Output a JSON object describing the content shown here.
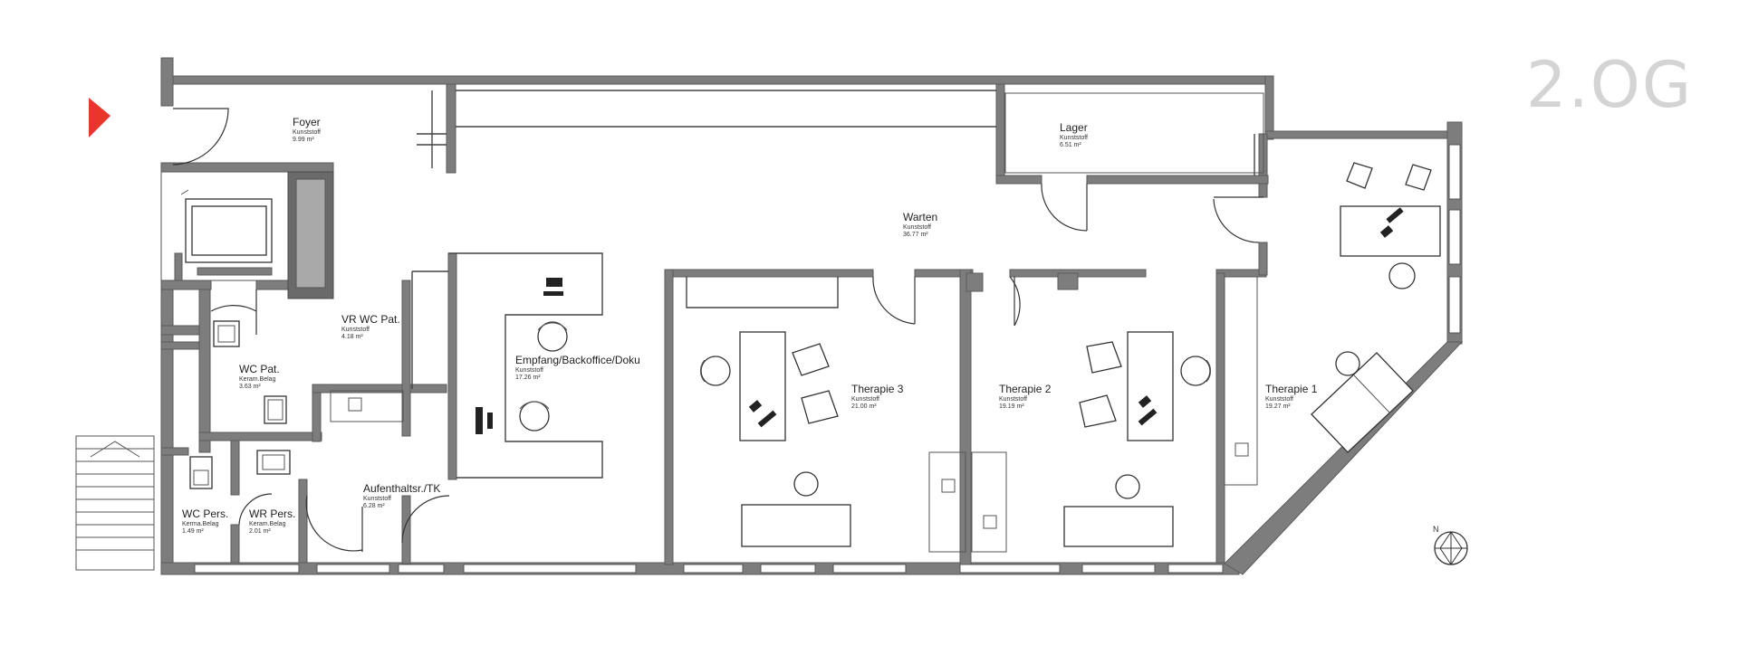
{
  "floor_label": "2.OG",
  "accent_color": "#e8362a",
  "compass": {
    "north_label": "N"
  },
  "rooms": {
    "foyer": {
      "name": "Foyer",
      "material": "Kunststoff",
      "area": "9.99 m²"
    },
    "lager": {
      "name": "Lager",
      "material": "Kunststoff",
      "area": "6.51 m²"
    },
    "warten": {
      "name": "Warten",
      "material": "Kunststoff",
      "area": "36.77 m²"
    },
    "vr_wc_pat": {
      "name": "VR WC Pat.",
      "material": "Kunststoff",
      "area": "4.18 m²"
    },
    "wc_pat": {
      "name": "WC Pat.",
      "material": "Keram.Belag",
      "area": "3.63 m²"
    },
    "empfang": {
      "name": "Empfang/Backoffice/Doku",
      "material": "Kunststoff",
      "area": "17.26 m²"
    },
    "aufenthalt": {
      "name": "Aufenthaltsr./TK",
      "material": "Kunststoff",
      "area": "6.28 m²"
    },
    "wc_pers": {
      "name": "WC Pers.",
      "material": "Kerma.Belag",
      "area": "1.49 m²"
    },
    "wr_pers": {
      "name": "WR Pers.",
      "material": "Keram.Belag",
      "area": "2.01 m²"
    },
    "therapie3": {
      "name": "Therapie 3",
      "material": "Kunststoff",
      "area": "21.00 m²"
    },
    "therapie2": {
      "name": "Therapie 2",
      "material": "Kunststoff",
      "area": "19.19 m²"
    },
    "therapie1": {
      "name": "Therapie 1",
      "material": "Kunststoff",
      "area": "19.27 m²"
    }
  }
}
